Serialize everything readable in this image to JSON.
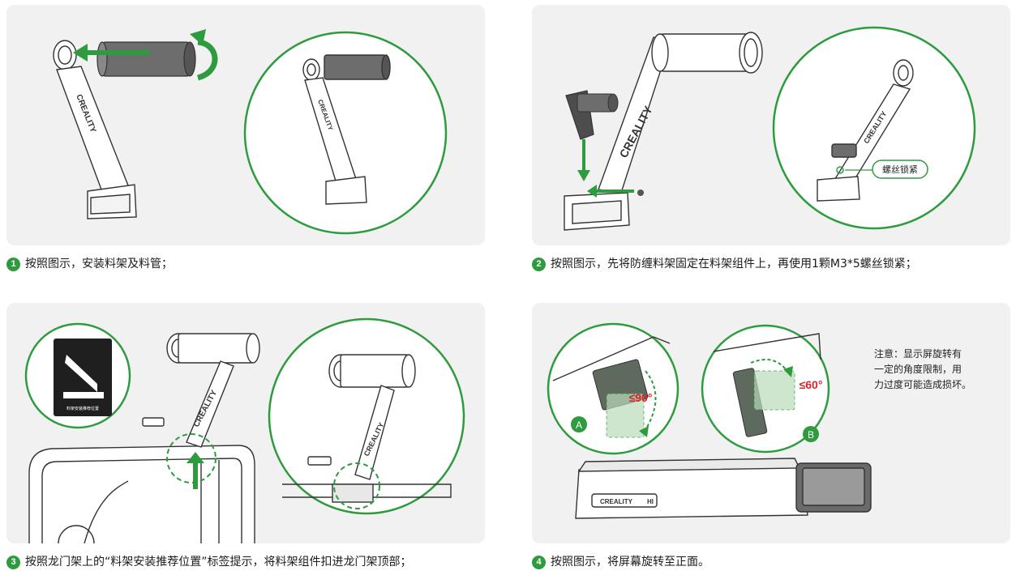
{
  "steps": [
    {
      "num": "1",
      "text": "按照图示，安装料架及料管；"
    },
    {
      "num": "2",
      "text": "按照图示，先将防缠料架固定在料架组件上，再使用1颗M3*5螺丝锁紧；"
    },
    {
      "num": "3",
      "text": "按照龙门架上的“料架安装推荐位置”标签提示，将料架组件扣进龙门架顶部；"
    },
    {
      "num": "4",
      "text": "按照图示，将屏幕旋转至正面。"
    }
  ],
  "labels": {
    "brand": "CREALITY",
    "printer_brand": "CREALITY",
    "printer_model": "HI",
    "screw_callout": "螺丝锁紧",
    "angle_a": "≤90°",
    "angle_b": "≤60°",
    "marker_a": "A",
    "marker_b": "B",
    "sticker_text": "料架安装推荐位置"
  },
  "note": {
    "lines": [
      "注意：显示屏旋转有",
      "一定的角度限制，用",
      "力过度可能造成损坏。"
    ]
  },
  "colors": {
    "accent_green": "#2e9b3e",
    "warning_red": "#e0202a",
    "panel_bg": "#f1f1f1",
    "line": "#333333"
  }
}
